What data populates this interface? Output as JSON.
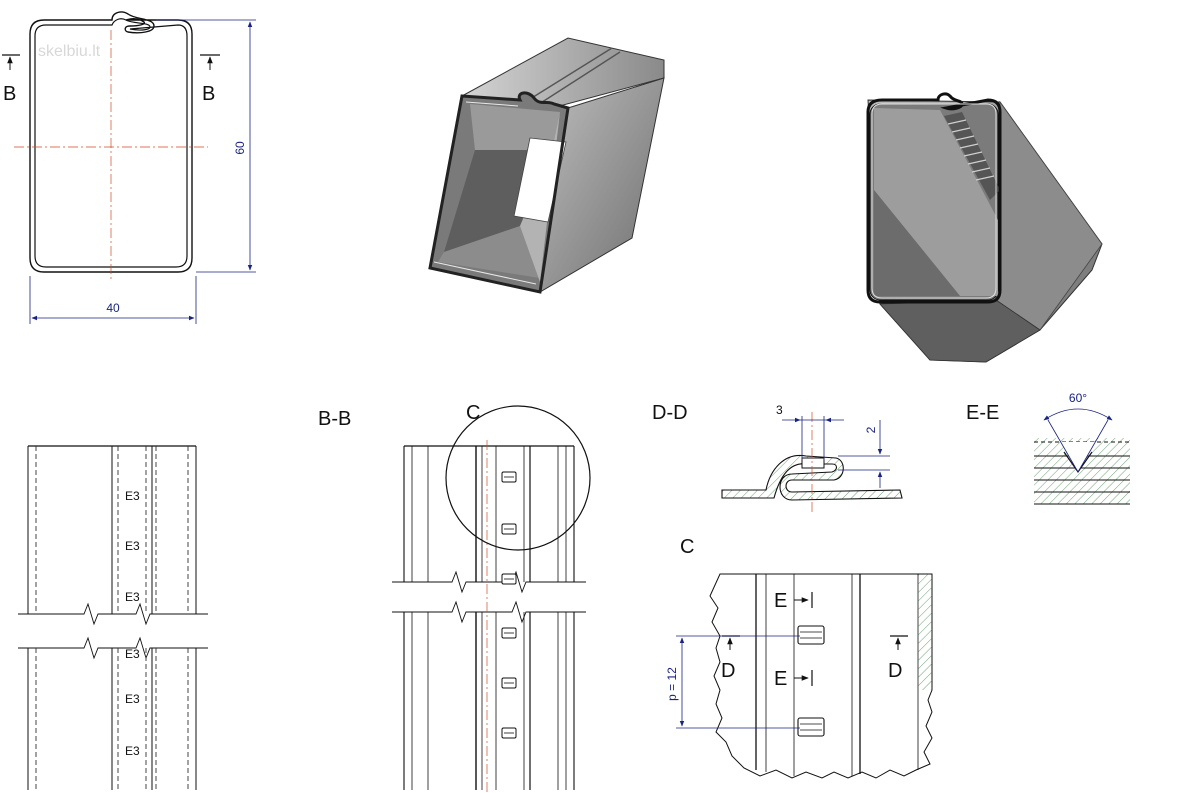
{
  "watermark": "skelbiu.lt",
  "front_view": {
    "section_mark": "B",
    "dim_height": "60",
    "dim_width": "40"
  },
  "section_bb": {
    "title": "B-B"
  },
  "detail_mark": {
    "label": "C"
  },
  "section_dd": {
    "title": "D-D",
    "dim_width": "3",
    "dim_height": "2"
  },
  "section_ee": {
    "title": "E-E",
    "dim_angle": "60°"
  },
  "detail_c": {
    "title": "C",
    "mark_e": "E",
    "mark_d": "D",
    "pitch_label": "p = 12"
  },
  "slot_label": "E3",
  "colors": {
    "line": "#111111",
    "dimension": "#1a237e",
    "centerline": "#d24a2a",
    "hatch": "#2e7d32",
    "shade_dark": "#6a6a6a",
    "shade_light": "#c8c8c8"
  }
}
